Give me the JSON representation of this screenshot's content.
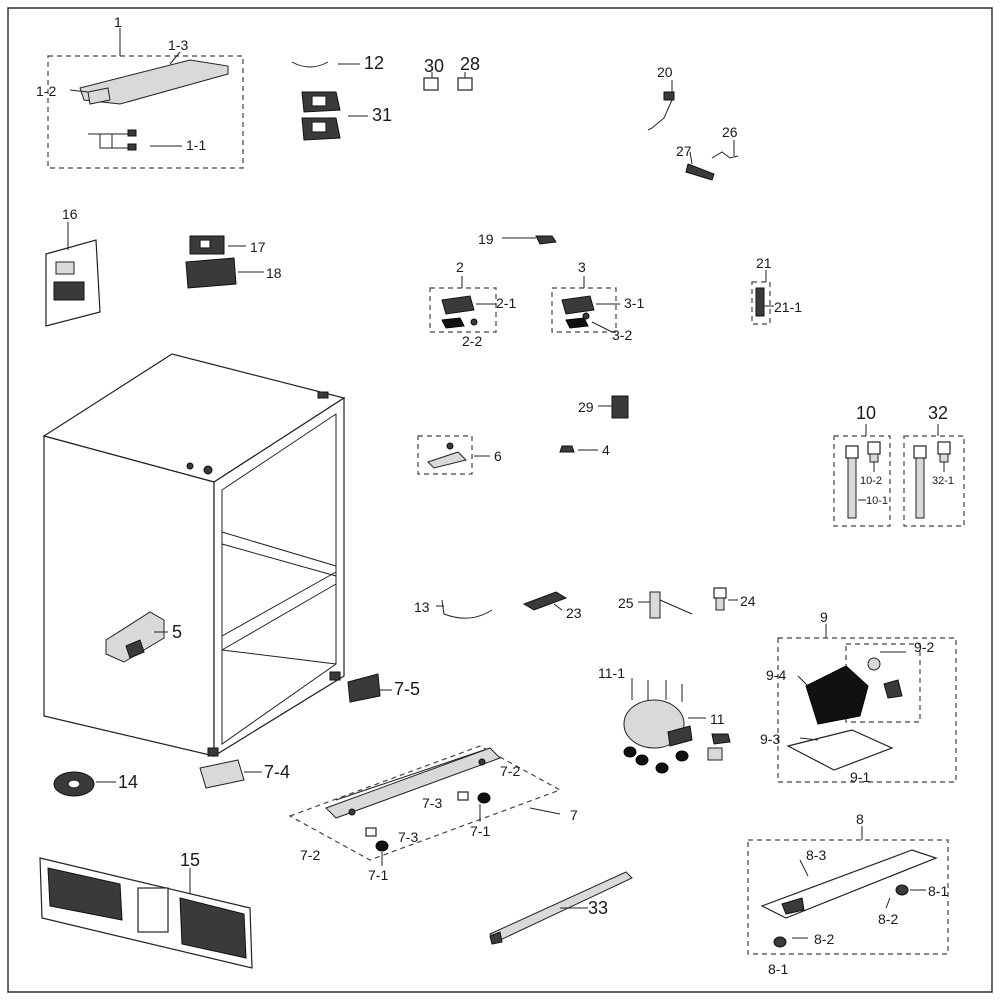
{
  "labels": {
    "l1": "1",
    "l1_1": "1-1",
    "l1_2": "1-2",
    "l1_3": "1-3",
    "l2": "2",
    "l2_1": "2-1",
    "l2_2": "2-2",
    "l3": "3",
    "l3_1": "3-1",
    "l3_2": "3-2",
    "l4": "4",
    "l5": "5",
    "l6": "6",
    "l7": "7",
    "l7_1a": "7-1",
    "l7_1b": "7-1",
    "l7_2a": "7-2",
    "l7_2b": "7-2",
    "l7_3a": "7-3",
    "l7_3b": "7-3",
    "l7_4": "7-4",
    "l7_5": "7-5",
    "l8": "8",
    "l8_1a": "8-1",
    "l8_1b": "8-1",
    "l8_2a": "8-2",
    "l8_2b": "8-2",
    "l8_3": "8-3",
    "l9": "9",
    "l9_1": "9-1",
    "l9_2": "9-2",
    "l9_3": "9-3",
    "l9_4": "9-4",
    "l10": "10",
    "l10_1": "10-1",
    "l10_2": "10-2",
    "l11": "11",
    "l11_1": "11-1",
    "l12": "12",
    "l13": "13",
    "l14": "14",
    "l15": "15",
    "l16": "16",
    "l17": "17",
    "l18": "18",
    "l19": "19",
    "l20": "20",
    "l21": "21",
    "l21_1": "21-1",
    "l23": "23",
    "l24": "24",
    "l25": "25",
    "l26": "26",
    "l27": "27",
    "l28": "28",
    "l29": "29",
    "l30": "30",
    "l31": "31",
    "l32": "32",
    "l32_1": "32-1",
    "l33": "33"
  }
}
